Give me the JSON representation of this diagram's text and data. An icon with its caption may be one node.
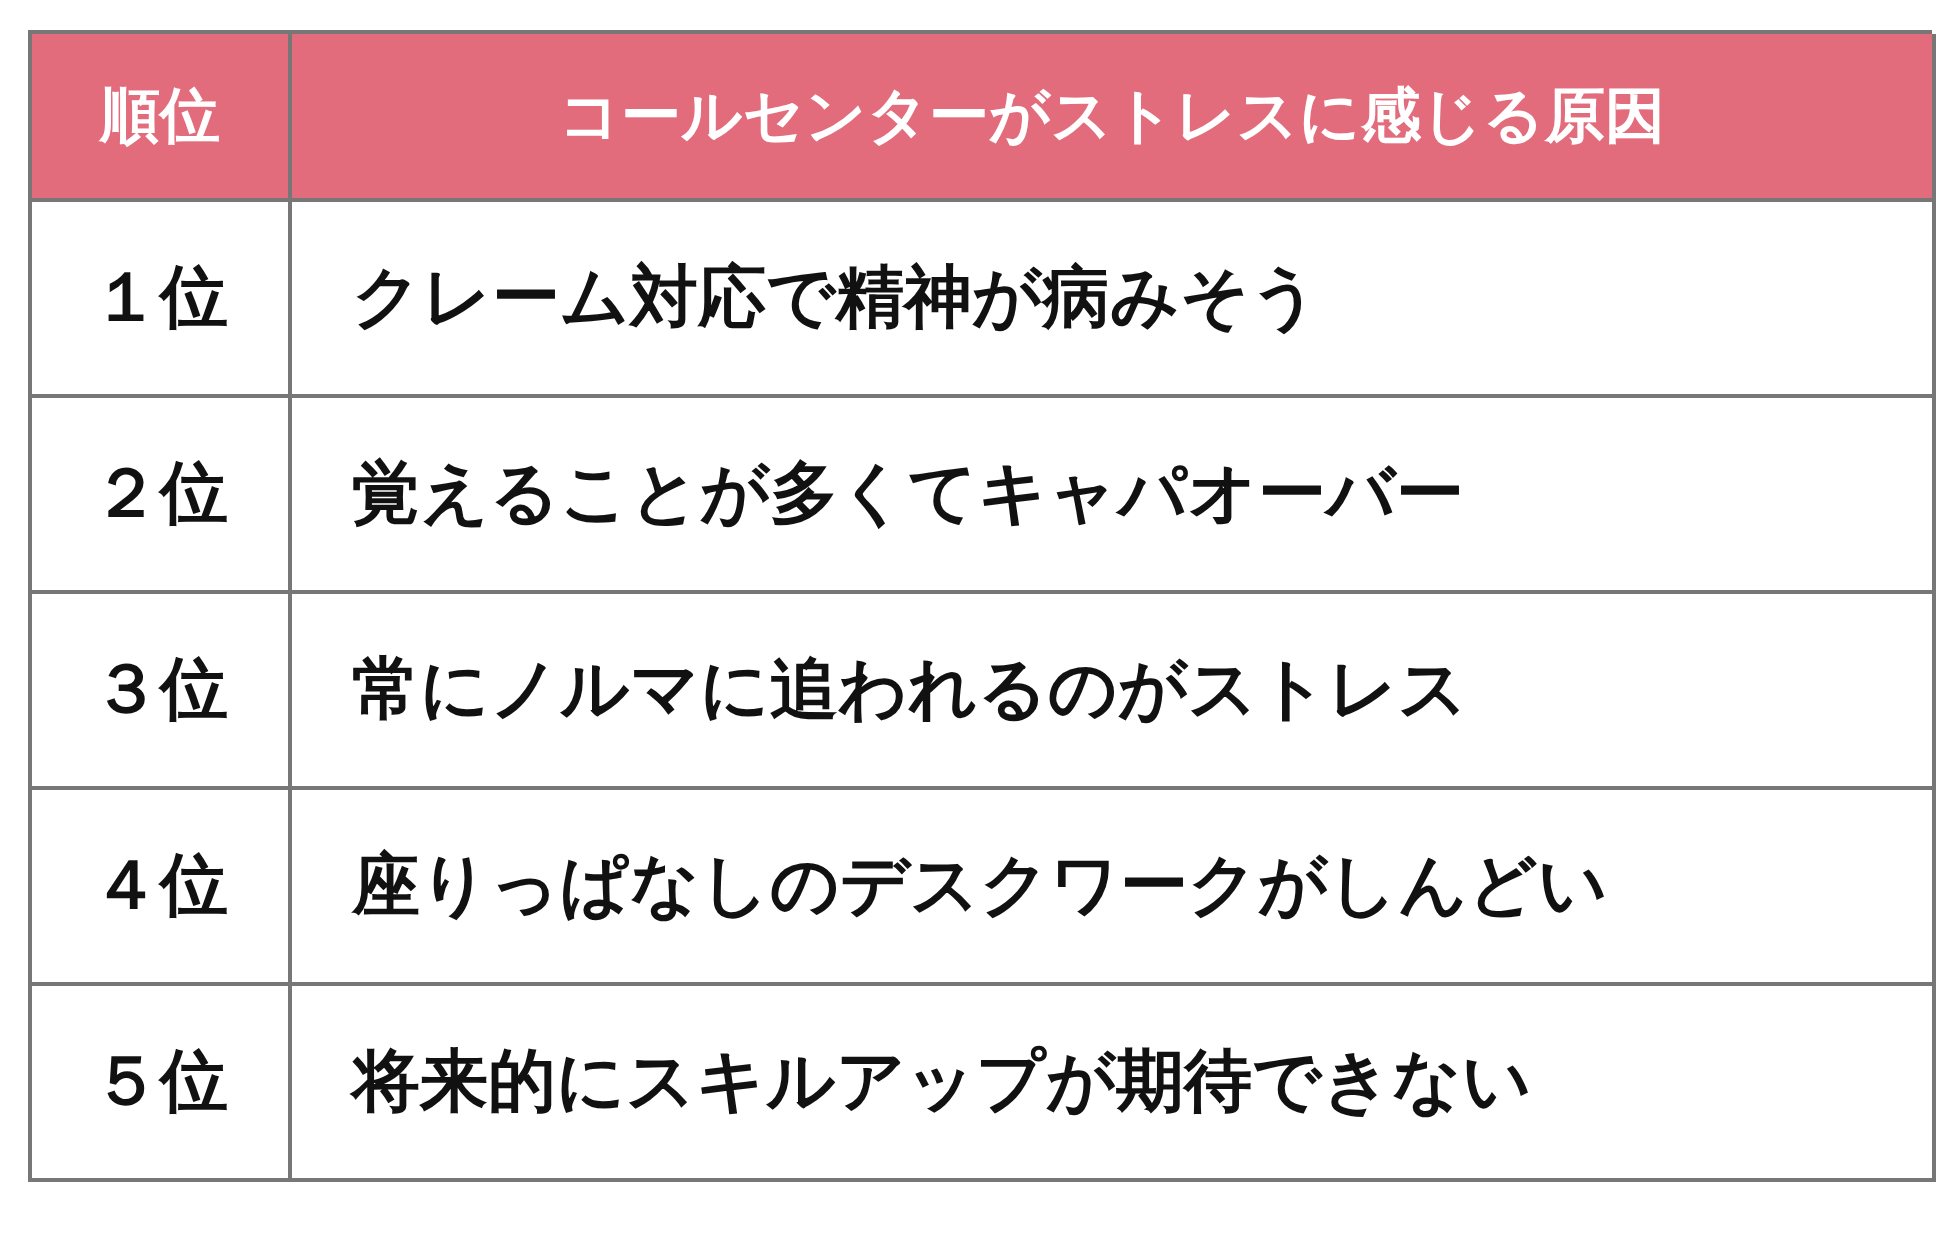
{
  "diagram": {
    "labels": [
      "順位",
      "コールセンターがストレスに感じる原因",
      "１位",
      "クレーム対応で精神が病みそう",
      "２位",
      "覚えることが多くてキャパオーバー",
      "３位",
      "常にノルマに追われるのがストレス",
      "４位",
      "座りっぱなしのデスクワークがしんどい",
      "５位",
      "将来的にスキルアップが期待できない"
    ]
  }
}
